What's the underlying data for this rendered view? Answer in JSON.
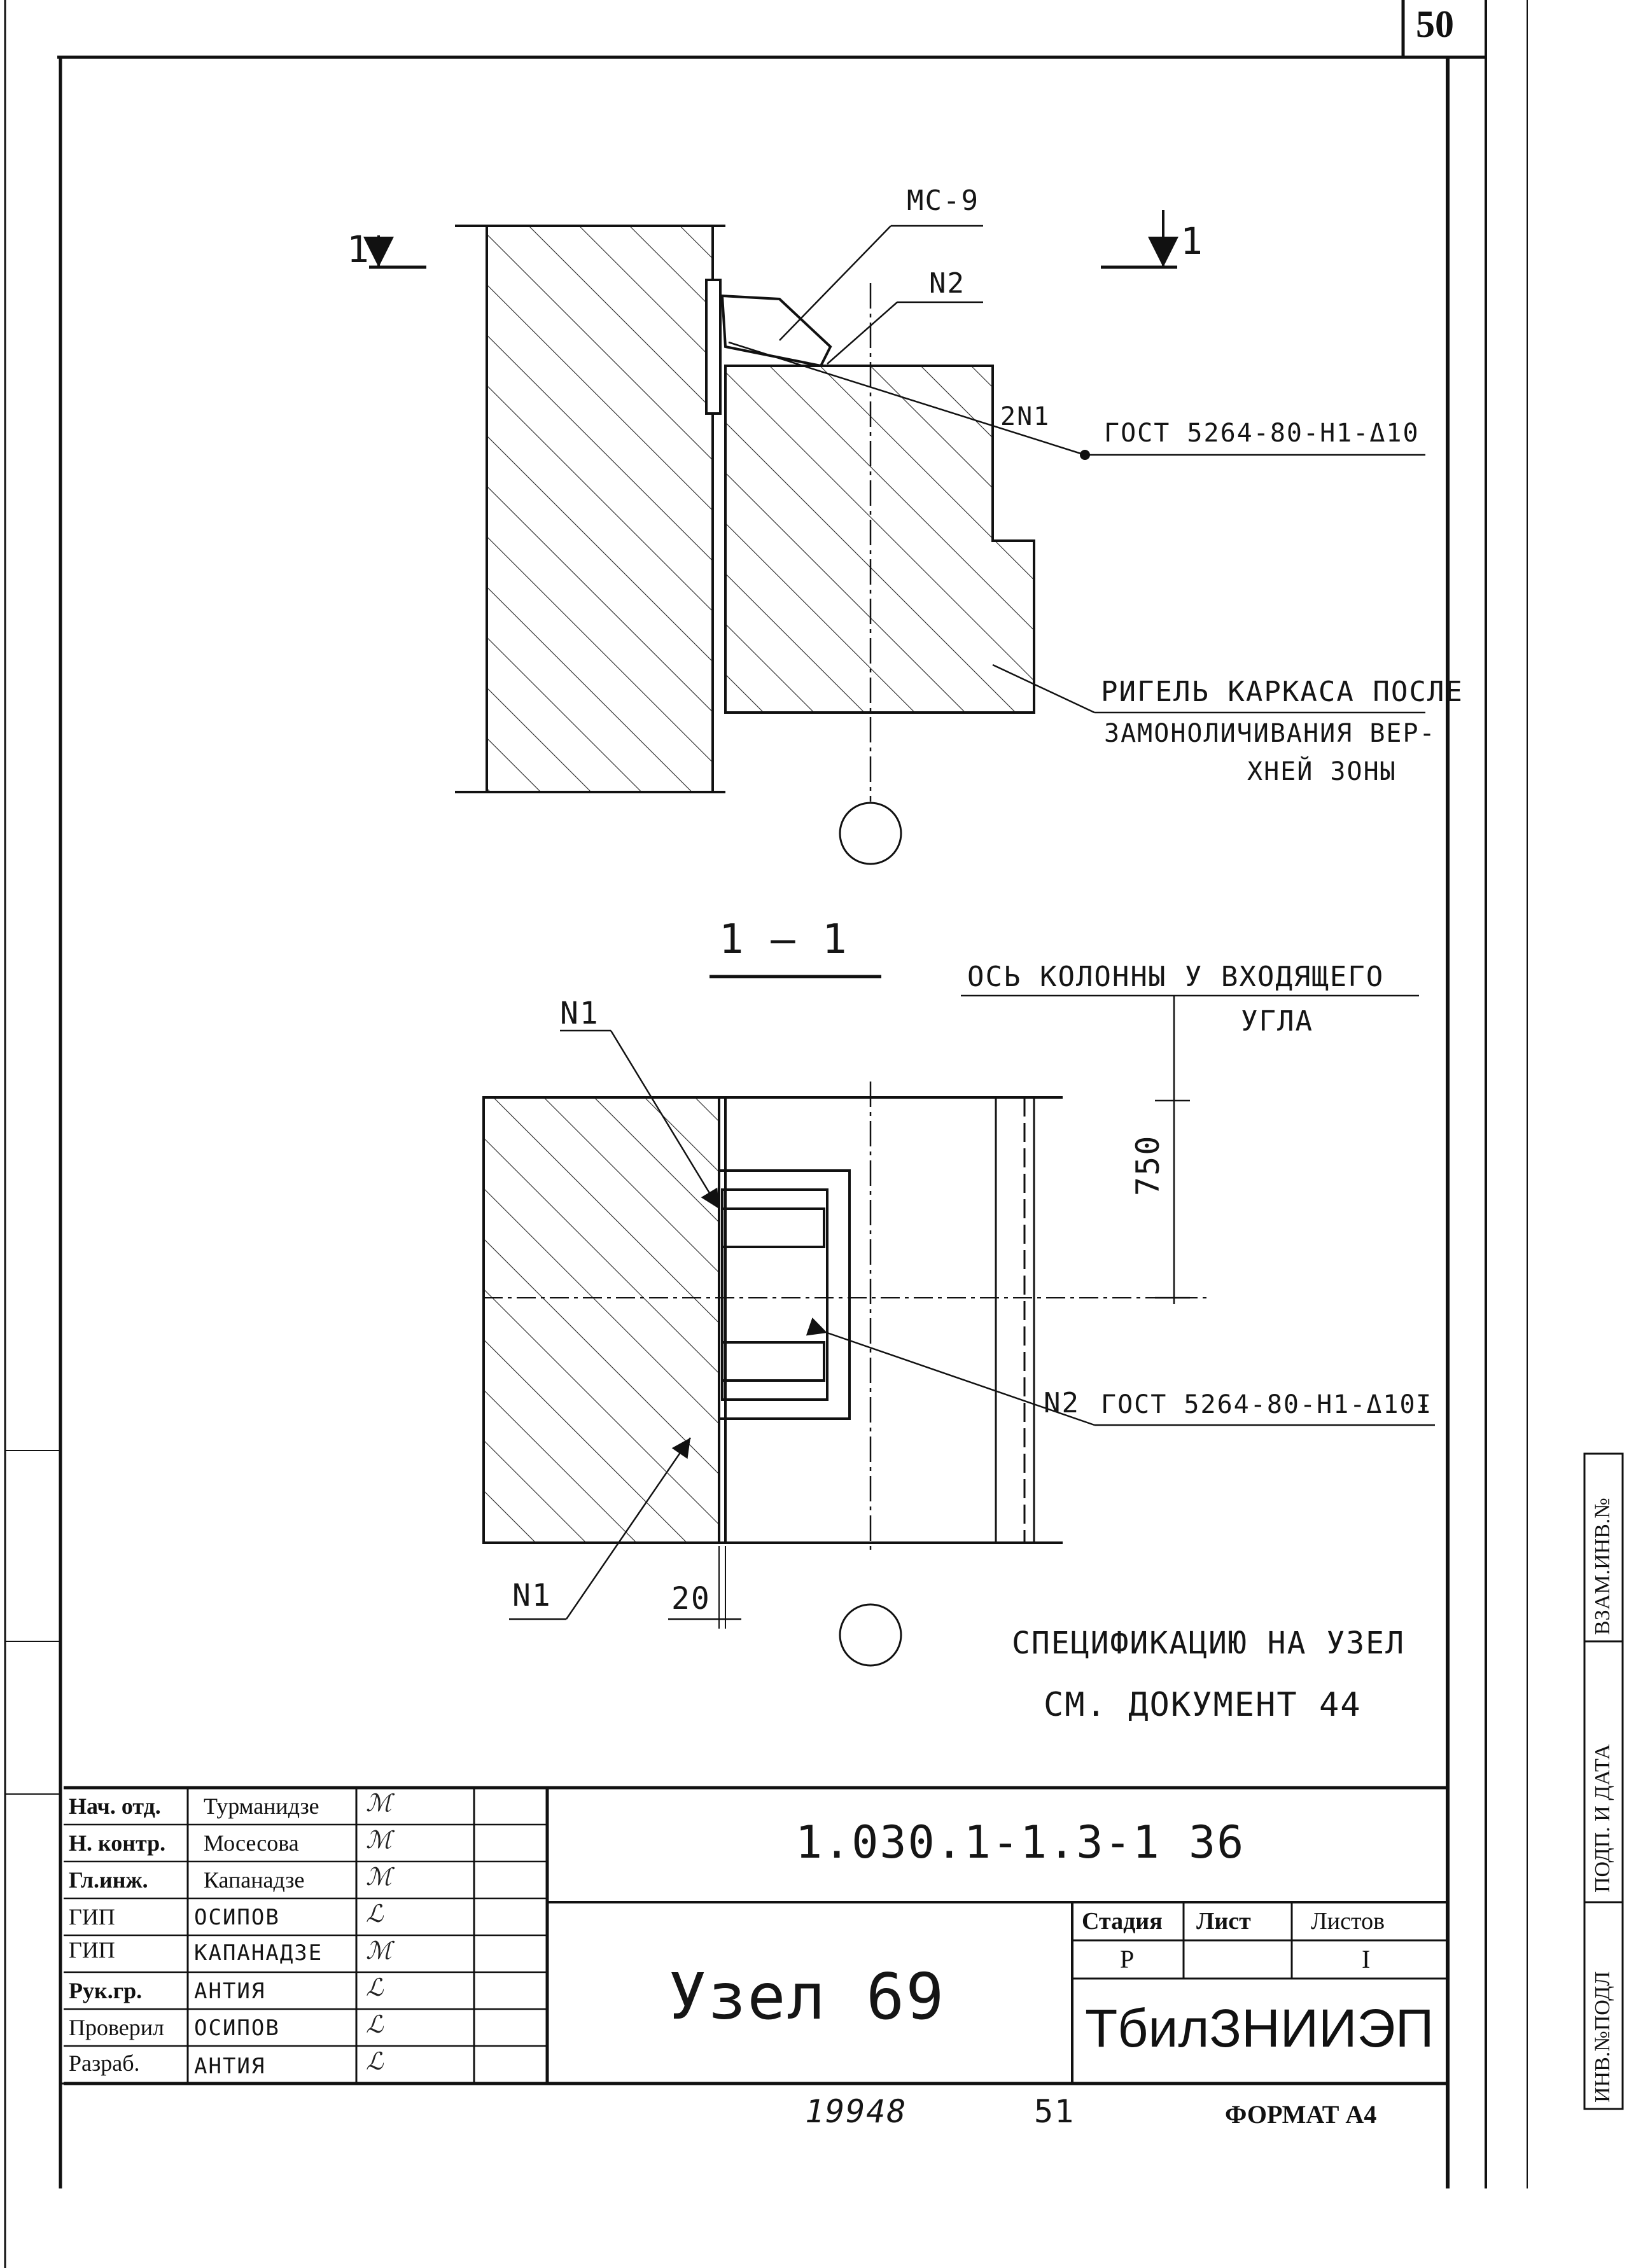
{
  "sheet_number": "50",
  "drawing_top": {
    "section_label": "1",
    "callout_mg": "МС-9",
    "callout_n2": "N2",
    "weld_mark": "2N1",
    "weld_spec": "ГОСТ 5264-80-Н1-Δ10",
    "note_line1": "РИГЕЛЬ КАРКАСА ПОСЛЕ",
    "note_line2": "ЗАМОНОЛИЧИВАНИЯ ВЕР-",
    "note_line3": "ХНЕЙ ЗОНЫ"
  },
  "drawing_bottom": {
    "section_title": "1 — 1",
    "axis_note_line1": "ОСЬ КОЛОННЫ У ВХОДЯЩЕГО",
    "axis_note_line2": "УГЛА",
    "dim_750": "750",
    "dim_20": "20",
    "callout_n1_top": "N1",
    "callout_n1_bottom": "N1",
    "callout_n2": "N2",
    "weld_spec": "ГОСТ 5264-80-Н1-Δ10-",
    "weld_spec_suffix": "I",
    "spec_note_line1": "СПЕЦИФИКАЦИЮ НА УЗЕЛ",
    "spec_note_line2": "СМ. ДОКУМЕНТ 44"
  },
  "title_block": {
    "rows": [
      {
        "role": "Нач. отд.",
        "name": "Турманидзе"
      },
      {
        "role": "Н. контр.",
        "name": "Мосесова"
      },
      {
        "role": "Гл.инж.",
        "name": "Капанадзе"
      },
      {
        "role": "ГИП",
        "name": "ОСИПОВ"
      },
      {
        "role": "ГИП",
        "name": "КАПАНАДЗЕ"
      },
      {
        "role": "Рук.гр.",
        "name": "АНТИЯ"
      },
      {
        "role": "Проверил",
        "name": "ОСИПОВ"
      },
      {
        "role": "Разраб.",
        "name": "АНТИЯ"
      }
    ],
    "doc_code": "1.030.1-1.3-1 36",
    "node_title": "Узел 69",
    "stage_label": "Стадия",
    "sheet_label": "Лист",
    "sheets_label": "Листов",
    "stage_value": "Р",
    "sheets_value": "I",
    "organization": "ТбилЗНИИЭП"
  },
  "footer": {
    "inventory": "19948",
    "page": "51",
    "format": "ФОРМАТ А4"
  },
  "side_stamp": {
    "cell1": "ИНВ.№ПОДЛ",
    "cell2": "ПОДП. И ДАТА",
    "cell3": "ВЗАМ.ИНВ.№"
  }
}
